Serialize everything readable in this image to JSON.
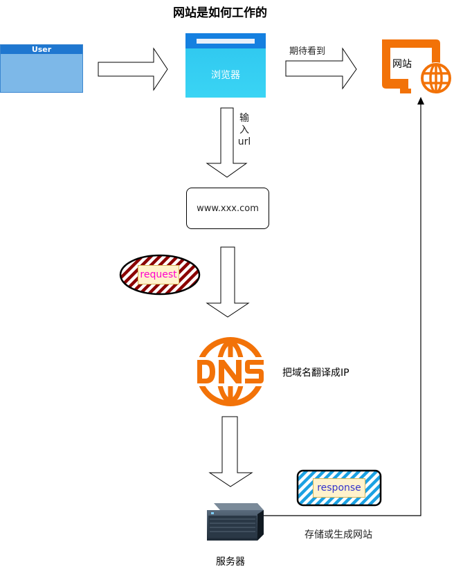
{
  "title": "网站是如何工作的",
  "nodes": {
    "user": {
      "header": "User"
    },
    "browser": {
      "label": "浏览器"
    },
    "url_box": {
      "label": "www.xxx.com"
    },
    "website": {
      "label": "网站"
    },
    "server": {
      "label": "服务器"
    }
  },
  "edges": {
    "user_to_browser": "",
    "browser_to_website": "期待看到",
    "browser_to_url": [
      "输",
      "入",
      "url"
    ],
    "url_to_dns": "",
    "dns_to_server": "",
    "server_to_website": "存储或生成网站"
  },
  "annotations": {
    "request": "request",
    "response": "response",
    "dns_note": "把域名翻译成IP"
  },
  "colors": {
    "orange": "#f27208",
    "user_fill": "#7db8e8",
    "user_header": "#1f77d0",
    "browser_fill": "#2ec6ef",
    "browser_top": "#1580e0",
    "request_hatch": "#8b0000",
    "response_hatch": "#1ba1e2",
    "request_text": "#ff00cc",
    "response_text": "#3333cc"
  },
  "icons": {
    "user": "person-icon",
    "website": "monitor-globe-icon",
    "dns": "dns-globe-icon",
    "server": "server-icon"
  }
}
